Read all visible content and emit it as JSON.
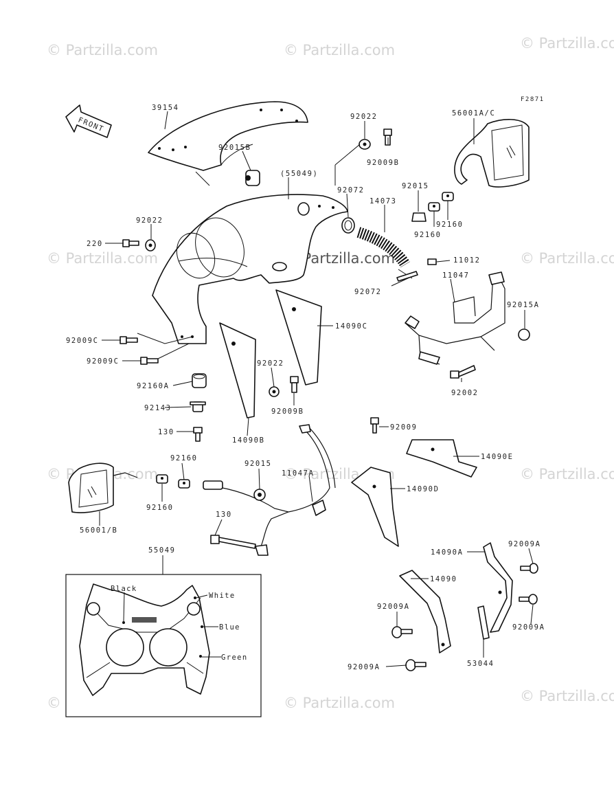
{
  "figure_code": "F2871",
  "front_arrow_label": "FRONT",
  "watermark": "© Partzilla.com",
  "parts": {
    "p39154": "39154",
    "p92015B": "92015B",
    "p55049_ref": "(55049)",
    "p92022_top": "92022",
    "p92009B_top": "92009B",
    "p92072_top": "92072",
    "p56001AC": "56001A/C",
    "p92015_top": "92015",
    "p92160_top_a": "92160",
    "p92160_top_b": "92160",
    "p14073": "14073",
    "p11012": "11012",
    "p11047": "11047",
    "p92072_bot": "92072",
    "p92015A": "92015A",
    "p220": "220",
    "p92022_left": "92022",
    "p14090C": "14090C",
    "p92009C_a": "92009C",
    "p92009C_b": "92009C",
    "p92002": "92002",
    "p92022_mid": "92022",
    "p92160A": "92160A",
    "p92009B_mid": "92009B",
    "p92143": "92143",
    "p14090B": "14090B",
    "p130_top": "130",
    "p92009": "92009",
    "p14090E": "14090E",
    "p92160_mid": "92160",
    "p92015_mid": "92015",
    "p11047A": "11047A",
    "p14090D": "14090D",
    "p92160_low": "92160",
    "p56001B": "56001/B",
    "p130_low": "130",
    "p55049": "55049",
    "p14090A": "14090A",
    "p92009A_a": "92009A",
    "p14090": "14090",
    "p92009A_b": "92009A",
    "p92009A_c": "92009A",
    "p53044": "53044",
    "p92009A_d": "92009A"
  },
  "colors": {
    "black": "Black",
    "white": "White",
    "blue": "Blue",
    "green": "Green"
  }
}
